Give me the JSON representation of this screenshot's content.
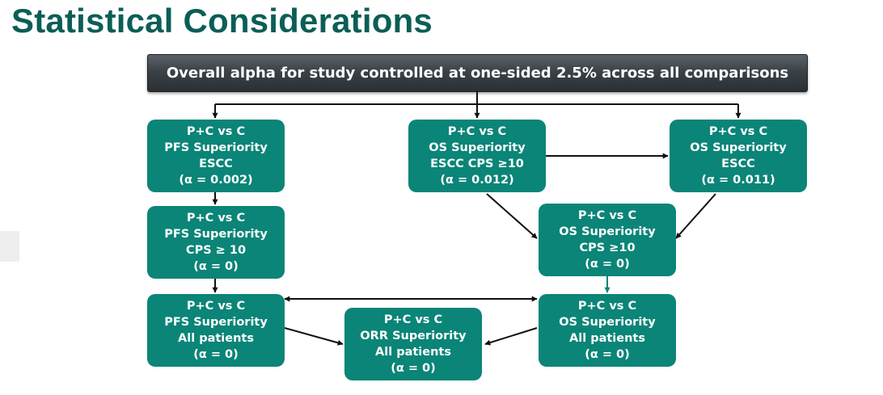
{
  "page": {
    "title": "Statistical Considerations"
  },
  "banner": {
    "text": "Overall alpha for study controlled at one-sided 2.5% across all comparisons"
  },
  "nodes": {
    "pfs_escc": {
      "lines": [
        "P+C vs C",
        "PFS Superiority",
        "ESCC",
        "(α = 0.002)"
      ]
    },
    "os_escc_cps10": {
      "lines": [
        "P+C vs C",
        "OS Superiority",
        "ESCC CPS ≥10",
        "(α = 0.012)"
      ]
    },
    "os_escc": {
      "lines": [
        "P+C vs C",
        "OS Superiority",
        "ESCC",
        "(α = 0.011)"
      ]
    },
    "pfs_cps10": {
      "lines": [
        "P+C vs C",
        "PFS Superiority",
        "CPS ≥ 10",
        "(α = 0)"
      ]
    },
    "os_cps10": {
      "lines": [
        "P+C vs C",
        "OS Superiority",
        "CPS ≥10",
        "(α = 0)"
      ]
    },
    "pfs_all": {
      "lines": [
        "P+C vs C",
        "PFS Superiority",
        "All patients",
        "(α = 0)"
      ]
    },
    "orr_all": {
      "lines": [
        "P+C vs C",
        "ORR Superiority",
        "All patients",
        "(α = 0)"
      ]
    },
    "os_all": {
      "lines": [
        "P+C vs C",
        "OS Superiority",
        "All patients",
        "(α = 0)"
      ]
    }
  },
  "colors": {
    "title": "#0b5e56",
    "node_fill": "#0a8577",
    "banner_fill": "#3b4247",
    "arrow": "#111111",
    "arrow_accent": "#0a8577"
  }
}
